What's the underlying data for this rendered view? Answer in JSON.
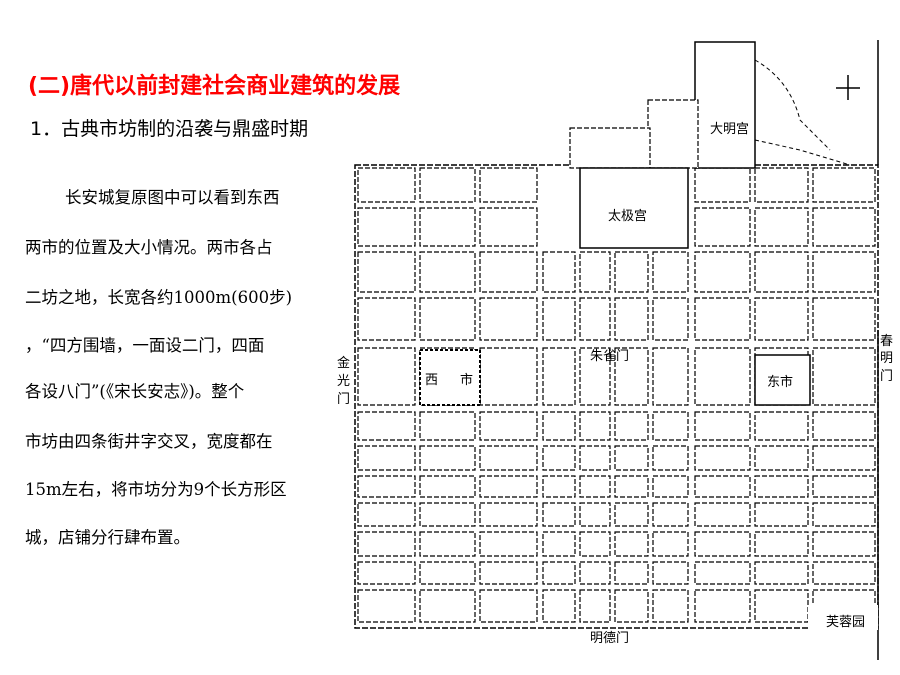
{
  "title": "(二)唐代以前封建社会商业建筑的发展",
  "subtitle": "1．古典市坊制的沿袭与鼎盛时期",
  "paragraph_lines": [
    "长安城复原图中可以看到东西",
    "两市的位置及大小情况。两市各占",
    "二坊之地，长宽各约1000m(600步)",
    "，“四方围墙，一面设二门，四面",
    "各设八门”(《宋长安志》)。整个",
    "市坊由四条街井字交叉，宽度都在",
    "15m左右，将市坊分为9个长方形区",
    "城，店铺分行肆布置。"
  ],
  "map": {
    "daming_palace": "大明宫",
    "taiji_palace": "太极宫",
    "zhuque_gate": "朱雀门",
    "west_market": [
      "西",
      "市"
    ],
    "east_market": "东市",
    "jinguang_gate": [
      "金",
      "光",
      "门"
    ],
    "chunming_gate": [
      "春",
      "明",
      "门"
    ],
    "mingde_gate": "明德门",
    "furong_garden": "芙蓉园",
    "title_colors": {
      "heading": "#ff0000"
    }
  }
}
